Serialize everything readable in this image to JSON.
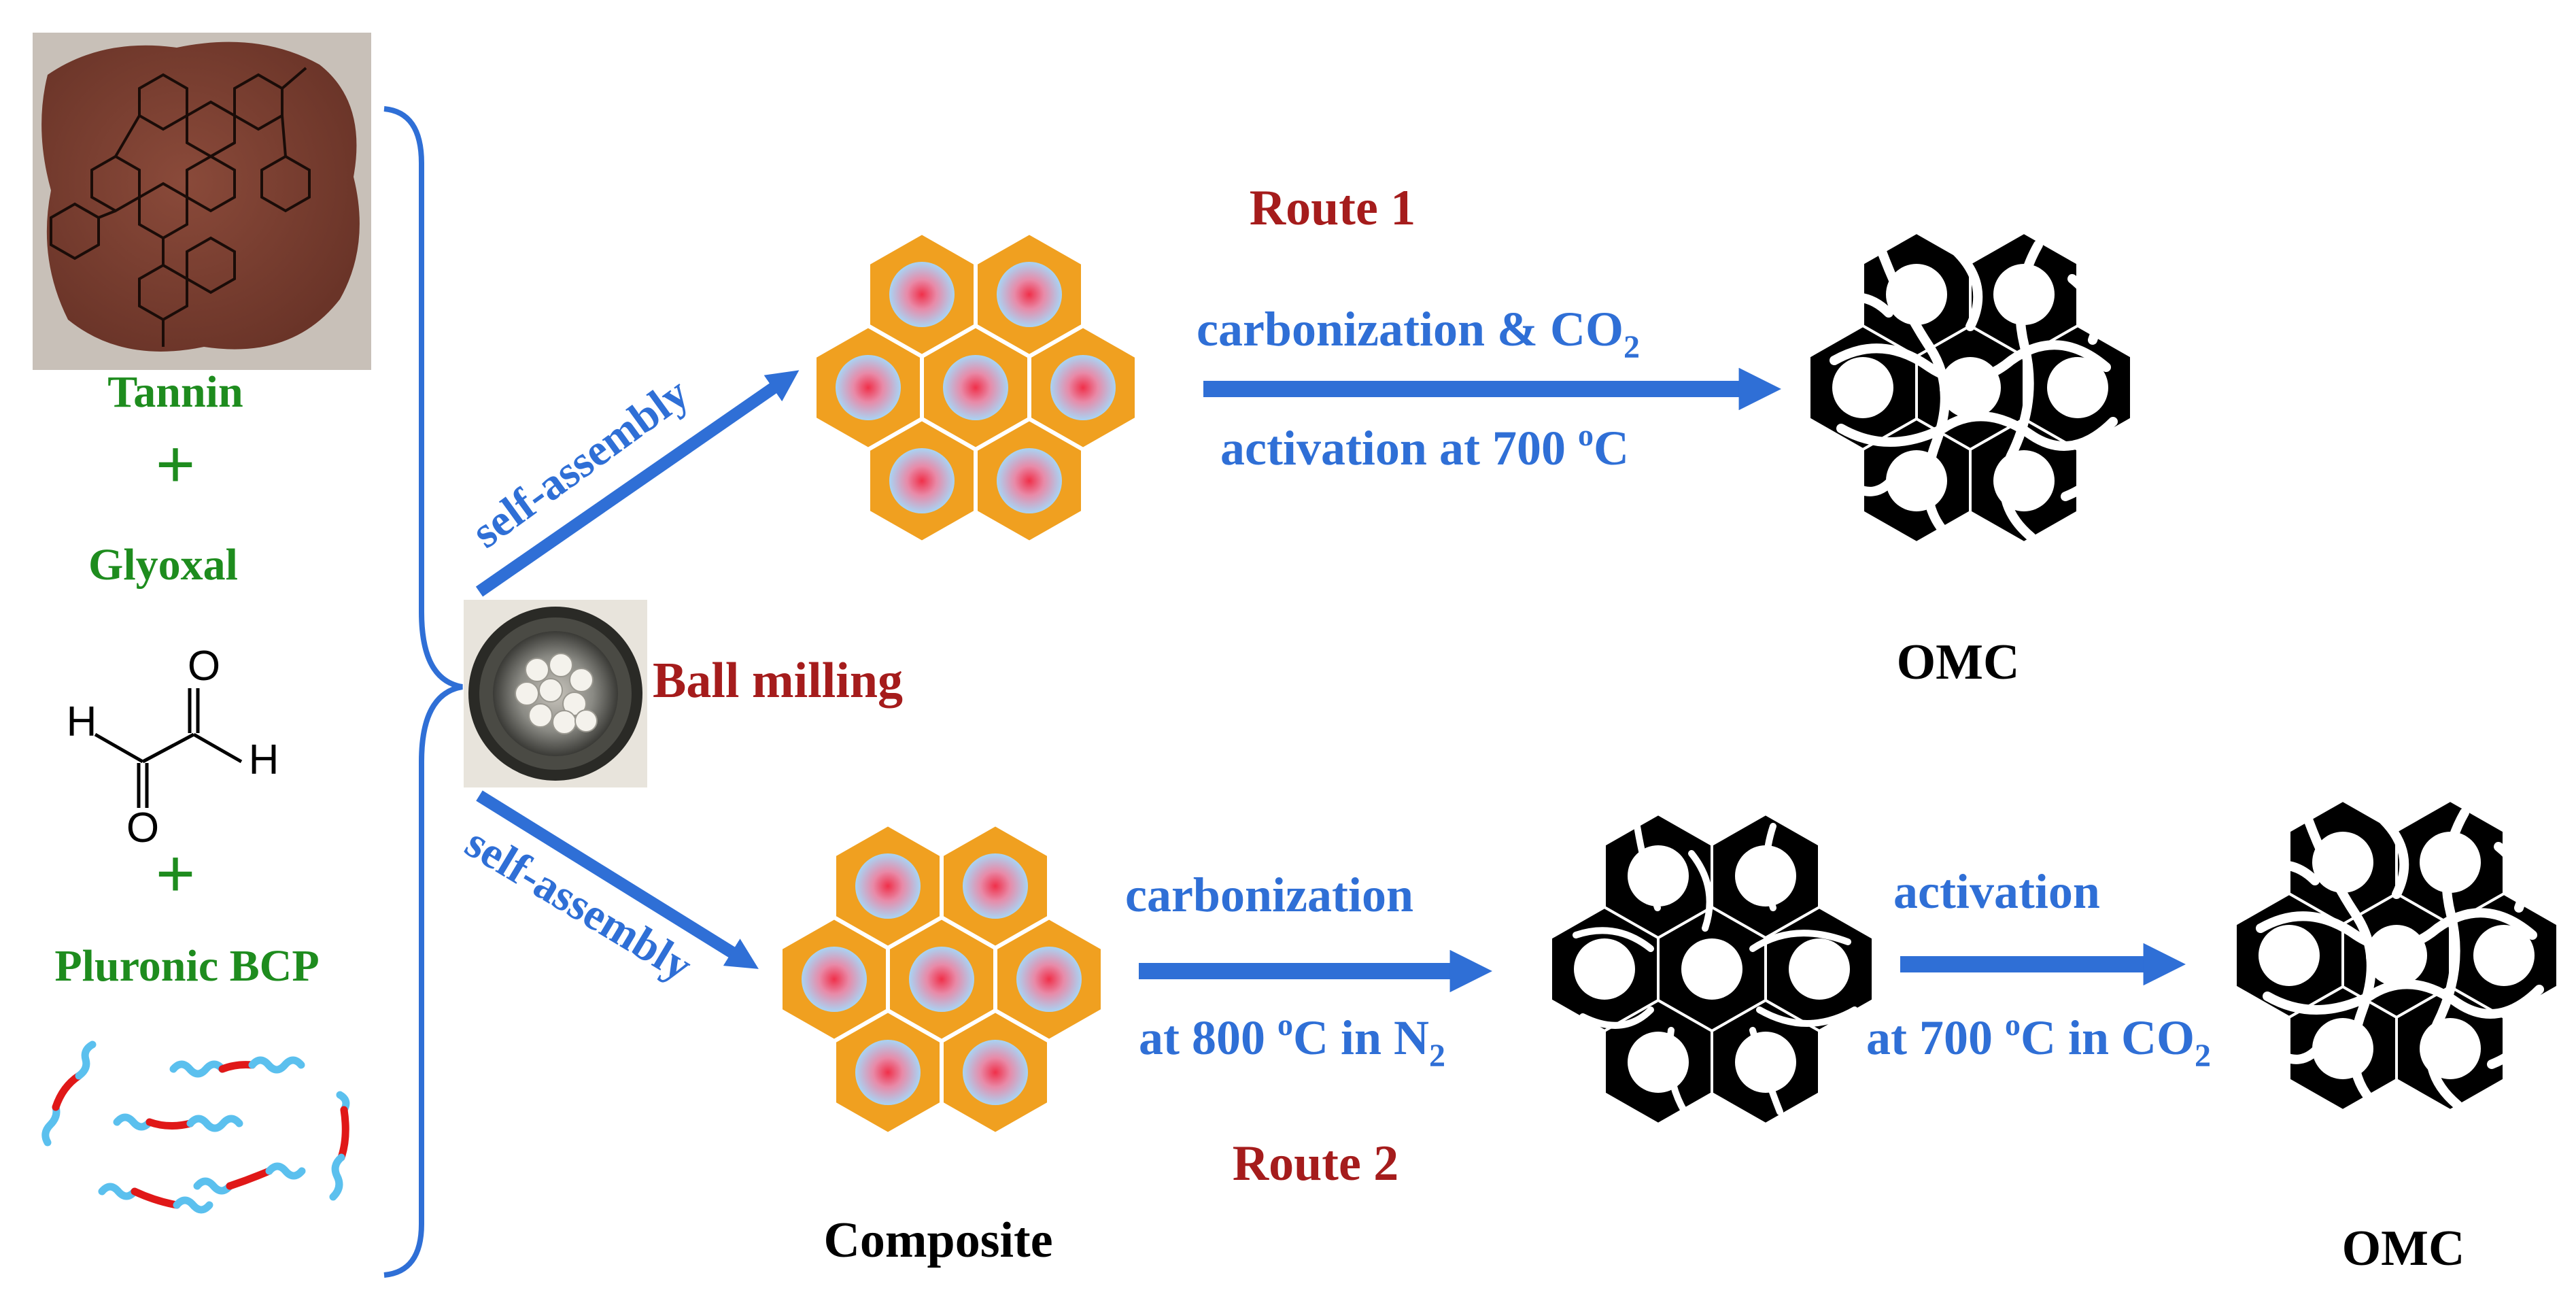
{
  "colors": {
    "blue": "#2f6fd6",
    "green": "#1e8c1e",
    "darkred": "#a51c1c",
    "orange": "#f0a020",
    "black": "#000000"
  },
  "reactants": {
    "tannin": "Tannin",
    "plus": "+",
    "glyoxal": "Glyoxal",
    "glyoxal_atoms": {
      "o": "O",
      "h": "H"
    },
    "pluronic": "Pluronic BCP"
  },
  "ball_milling": "Ball milling",
  "self_assembly": "self-assembly",
  "route1": {
    "title": "Route 1",
    "step_line1": "carbonization & CO",
    "step_line1_sub": "2",
    "step_line2_pre": "activation at 700 ",
    "step_line2_sup": "o",
    "step_line2_post": "C",
    "product": "OMC"
  },
  "route2": {
    "title": "Route 2",
    "composite": "Composite",
    "step1_line1": "carbonization",
    "step1_line2_pre": "at 800 ",
    "step1_line2_sup": "o",
    "step1_line2_mid": "C in N",
    "step1_line2_sub": "2",
    "step2_line1": "activation",
    "step2_line2_pre": "at 700 ",
    "step2_line2_sup": "o",
    "step2_line2_mid": "C in CO",
    "step2_line2_sub": "2",
    "product": "OMC"
  }
}
